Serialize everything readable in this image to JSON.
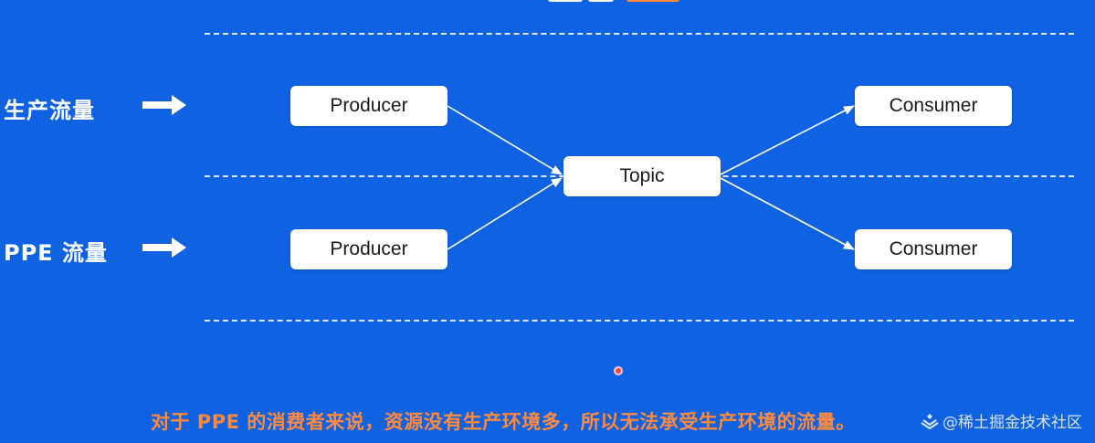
{
  "colors": {
    "background": "#0f62e2",
    "node_fill": "#ffffff",
    "node_text": "#1c1c1c",
    "edge": "#ffffff",
    "caption": "#ff8a3d",
    "label": "#ffffff"
  },
  "rows": [
    {
      "label": "生产流量",
      "icon": "right-arrow-icon"
    },
    {
      "label": "PPE 流量",
      "icon": "right-arrow-icon"
    }
  ],
  "nodes": {
    "producer_top": "Producer",
    "producer_bottom": "Producer",
    "topic": "Topic",
    "consumer_top": "Consumer",
    "consumer_bottom": "Consumer"
  },
  "edges": [
    {
      "from": "producer_top",
      "to": "topic"
    },
    {
      "from": "producer_bottom",
      "to": "topic"
    },
    {
      "from": "topic",
      "to": "consumer_top"
    },
    {
      "from": "topic",
      "to": "consumer_bottom"
    }
  ],
  "caption": "对于 PPE 的消费者来说，资源没有生产环境多，所以无法承受生产环境的流量。",
  "watermark": {
    "icon": "juejin-logo-icon",
    "text": "@稀土掘金技术社区"
  }
}
